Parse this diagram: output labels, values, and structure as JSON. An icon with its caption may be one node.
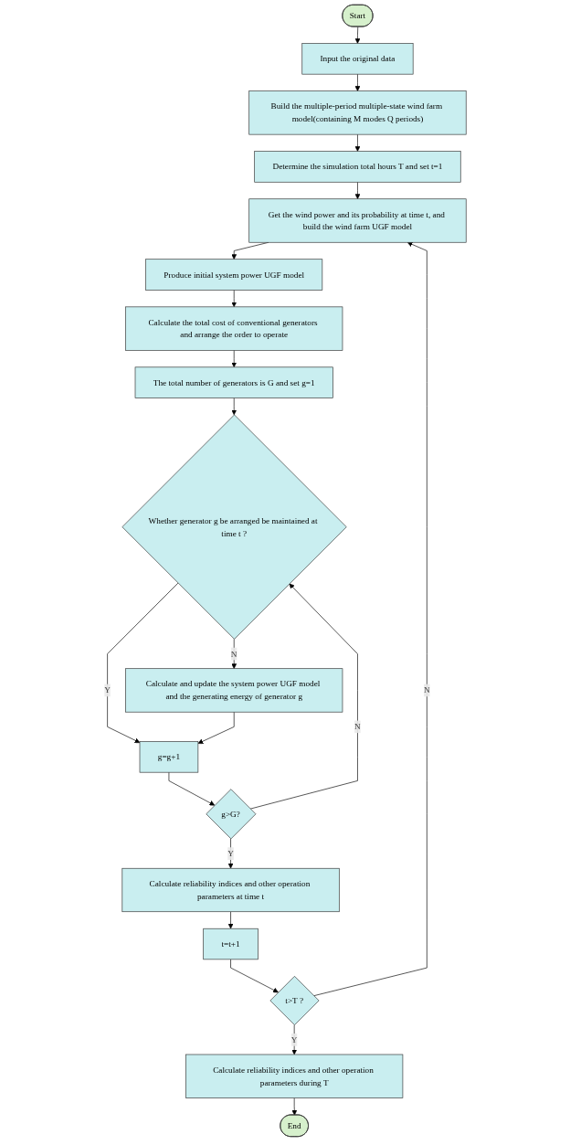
{
  "diagram": {
    "nodes": [
      {
        "text": [
          "Start"
        ]
      },
      {
        "text": [
          "Input the original data"
        ]
      },
      {
        "text": [
          "Build the multiple-period multiple-state wind farm model(containing M modes Q periods)"
        ]
      },
      {
        "text": [
          "Determine the simulation total hours T and set t=1"
        ]
      },
      {
        "text": [
          "Get the wind power and its probability at time t, and build the wind farm UGF model"
        ]
      },
      {
        "text": [
          "Produce initial system power UGF model"
        ]
      },
      {
        "text": [
          "Calculate the total cost of conventional generators and arrange the order to operate"
        ]
      },
      {
        "text": [
          "The total number of generators is G and set g=1"
        ]
      },
      {
        "text": [
          "Whether generator g be arranged be maintained at time t ?"
        ]
      },
      {
        "text": [
          "Calculate and update the system power UGF model and the generating energy of generator g"
        ]
      },
      {
        "text": [
          "g=g+1"
        ]
      },
      {
        "text": [
          "g>G?"
        ]
      },
      {
        "text": [
          "Calculate reliability indices and other operation parameters at time t"
        ]
      },
      {
        "text": [
          "t=t+1"
        ]
      },
      {
        "text": [
          "t>T ?"
        ]
      },
      {
        "text": [
          "Calculate reliability indices and other operation parameters during T"
        ]
      },
      {
        "text": [
          "End"
        ]
      }
    ],
    "edges": [
      {
        "from": 0,
        "to": 1,
        "arrow": "to"
      },
      {
        "from": 1,
        "to": 2,
        "arrow": "to"
      },
      {
        "from": 2,
        "to": 3,
        "arrow": "to"
      },
      {
        "from": 3,
        "to": 4,
        "arrow": "to"
      },
      {
        "from": 4,
        "to": 5,
        "arrow": "to"
      },
      {
        "from": 5,
        "to": 6,
        "arrow": "to"
      },
      {
        "from": 6,
        "to": 7,
        "arrow": "to"
      },
      {
        "from": 7,
        "to": 8,
        "arrow": "to"
      },
      {
        "from": 8,
        "to": 9,
        "arrow": "to",
        "label": "N"
      },
      {
        "from": 8,
        "to": 10,
        "arrow": "to",
        "label": "Y"
      },
      {
        "from": 9,
        "to": 10,
        "arrow": "to"
      },
      {
        "from": 10,
        "to": 11,
        "arrow": "to"
      },
      {
        "from": 11,
        "to": 8,
        "arrow": "to",
        "label": "N"
      },
      {
        "from": 11,
        "to": 12,
        "arrow": "to",
        "label": "Y"
      },
      {
        "from": 12,
        "to": 13,
        "arrow": "to"
      },
      {
        "from": 13,
        "to": 14,
        "arrow": "to"
      },
      {
        "from": 14,
        "to": 4,
        "arrow": "to",
        "label": "N"
      },
      {
        "from": 14,
        "to": 15,
        "arrow": "to",
        "label": "Y"
      },
      {
        "from": 15,
        "to": 16,
        "arrow": "to"
      }
    ]
  }
}
